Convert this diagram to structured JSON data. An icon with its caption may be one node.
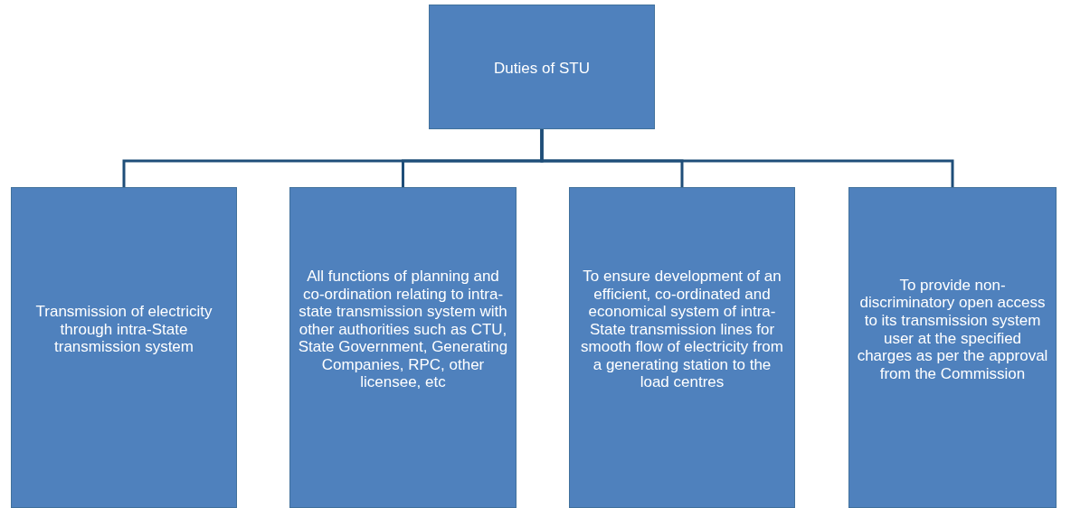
{
  "diagram": {
    "nodes": [
      {
        "text": [
          "Duties of STU"
        ]
      },
      {
        "text": [
          "Transmission of electricity through intra-State transmission system"
        ]
      },
      {
        "text": [
          "All functions of planning and co-ordination relating to intra-state transmission system with other authorities such as CTU, State Government, Generating Companies, RPC, other licensee, etc"
        ]
      },
      {
        "text": [
          "To ensure development of an efficient, co-ordinated and economical system of intra- State transmission lines for smooth flow of electricity from a generating station to the load centres"
        ]
      },
      {
        "text": [
          "To provide non-discriminatory open access to its transmission system user at the specified charges as per the approval from the Commission"
        ]
      }
    ],
    "edges": [
      {
        "from": 0,
        "to": 1,
        "arrow": "none"
      },
      {
        "from": 0,
        "to": 2,
        "arrow": "none"
      },
      {
        "from": 0,
        "to": 3,
        "arrow": "none"
      },
      {
        "from": 0,
        "to": 4,
        "arrow": "none"
      }
    ]
  }
}
